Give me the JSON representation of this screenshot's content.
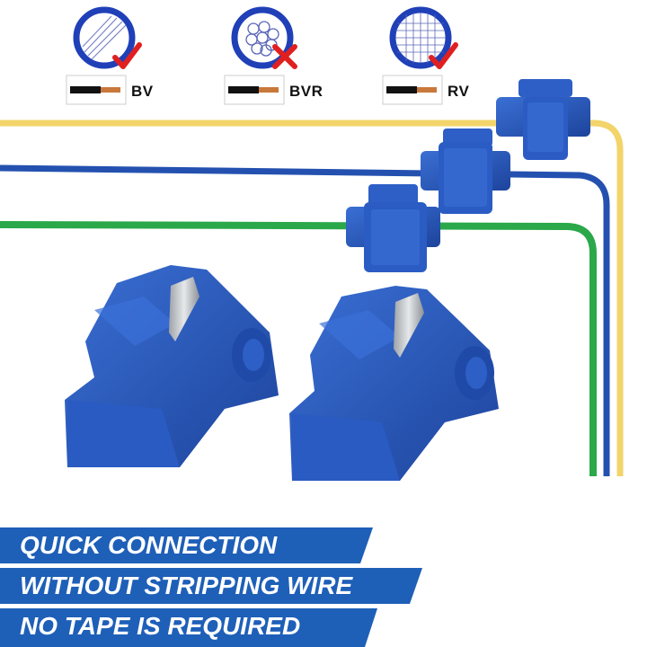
{
  "legend": [
    {
      "label": "BV",
      "mark": "check-mark-icon",
      "mark_color": "#e02020"
    },
    {
      "label": "BVR",
      "mark": "cross-mark-icon",
      "mark_color": "#e02020"
    },
    {
      "label": "RV",
      "mark": "check-mark-icon",
      "mark_color": "#e02020"
    }
  ],
  "banners": [
    "QUICK CONNECTION",
    "WITHOUT STRIPPING WIRE",
    "NO TAPE IS REQUIRED"
  ],
  "colors": {
    "banner": "#1e5fb8",
    "connector": "#2453b5",
    "wire_yellow": "#f2d46a",
    "wire_blue": "#2451b0",
    "wire_green": "#2aa84a"
  }
}
